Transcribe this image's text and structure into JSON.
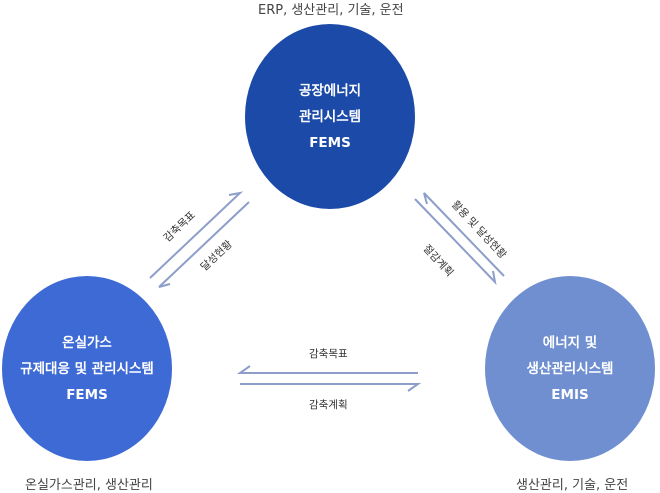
{
  "top_caption": "ERP, 생산관리, 기술, 운전",
  "left_caption": "온실가스관리, 생산관리",
  "right_caption": "생산관리, 기술, 운전",
  "nodes": {
    "top": {
      "line1": "공장에너지",
      "line2": "관리시스템",
      "line3": "FEMS"
    },
    "left": {
      "line1": "온실가스",
      "line2": "규제대응 및 관리시스템",
      "line3": "FEMS"
    },
    "right": {
      "line1": "에너지 및",
      "line2": "생산관리시스템",
      "line3": "EMIS"
    }
  },
  "edges": {
    "left_top_out": "감축목표",
    "left_top_in": "달성현황",
    "right_top_out": "활용 및 달성현황",
    "right_top_in": "절감계획",
    "bottom_top": "감축목표",
    "bottom_bottom": "감축계획"
  },
  "colors": {
    "top": "#1b4aa8",
    "left": "#3d6ad4",
    "right": "#6f8fd0",
    "arrow": "#8c9ec9"
  }
}
